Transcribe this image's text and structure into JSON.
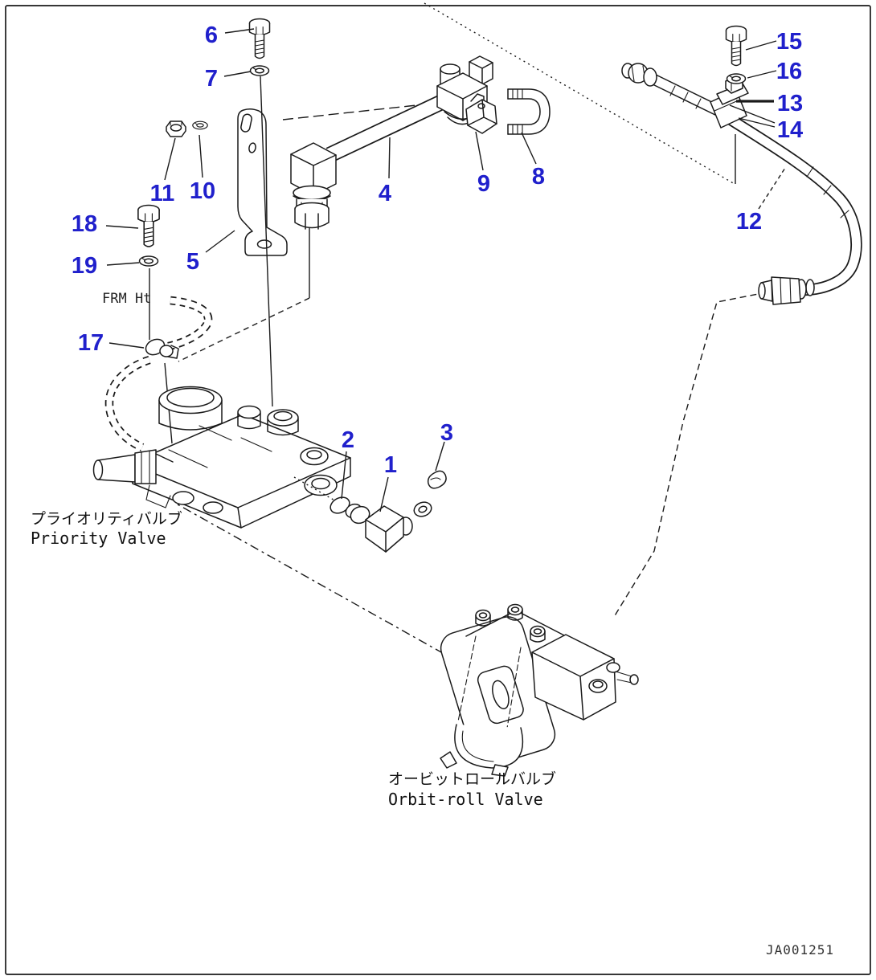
{
  "page": {
    "background": "#ffffff",
    "frame_color": "#000000",
    "drawing_number": "JA001251"
  },
  "colors": {
    "callout": "#2020cc",
    "line": "#1a1a1a"
  },
  "callouts": [
    "1",
    "2",
    "3",
    "4",
    "5",
    "6",
    "7",
    "8",
    "9",
    "10",
    "11",
    "12",
    "13",
    "14",
    "15",
    "16",
    "17",
    "18",
    "19"
  ],
  "captions": {
    "priority_valve_jp": "プライオリティバルブ",
    "priority_valve_en": "Priority Valve",
    "orbit_roll_valve_jp": "オービットロールバルブ",
    "orbit_roll_valve_en": "Orbit-roll Valve"
  },
  "annotations": {
    "hose_note": "FRM Ht"
  }
}
